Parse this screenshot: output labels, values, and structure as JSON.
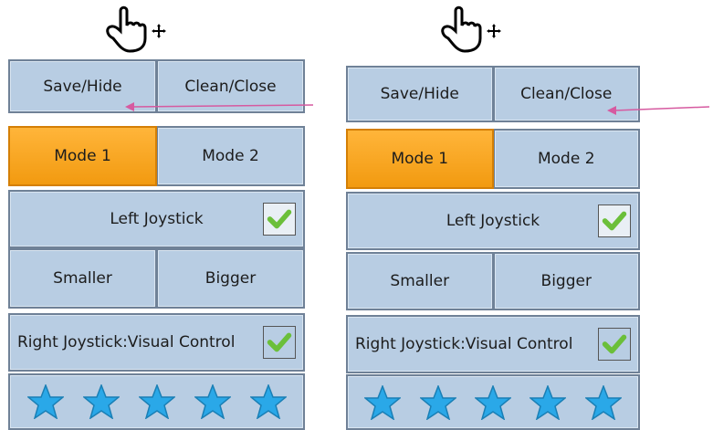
{
  "panels": [
    {
      "id": "left",
      "buttons": {
        "save_hide": "Save/Hide",
        "clean_close": "Clean/Close",
        "mode1": "Mode 1",
        "mode2": "Mode 2",
        "left_joystick": "Left Joystick",
        "smaller": "Smaller",
        "bigger": "Bigger",
        "right_joystick": "Right Joystick:Visual Control"
      },
      "active_mode": "Mode 1",
      "left_joystick_checked": true,
      "right_joystick_checked": true,
      "star_count": 5
    },
    {
      "id": "right",
      "buttons": {
        "save_hide": "Save/Hide",
        "clean_close": "Clean/Close",
        "mode1": "Mode 1",
        "mode2": "Mode 2",
        "left_joystick": "Left Joystick",
        "smaller": "Smaller",
        "bigger": "Bigger",
        "right_joystick": "Right Joystick:Visual Control"
      },
      "active_mode": "Mode 1",
      "left_joystick_checked": true,
      "right_joystick_checked": true,
      "star_count": 5
    }
  ],
  "colors": {
    "cell_bg": "#b8cde3",
    "cell_border": "#6f8197",
    "active_bg": "#f5a623",
    "star": "#2aa8e8",
    "check": "#6bbf3a",
    "arrow": "#d65aa0"
  }
}
